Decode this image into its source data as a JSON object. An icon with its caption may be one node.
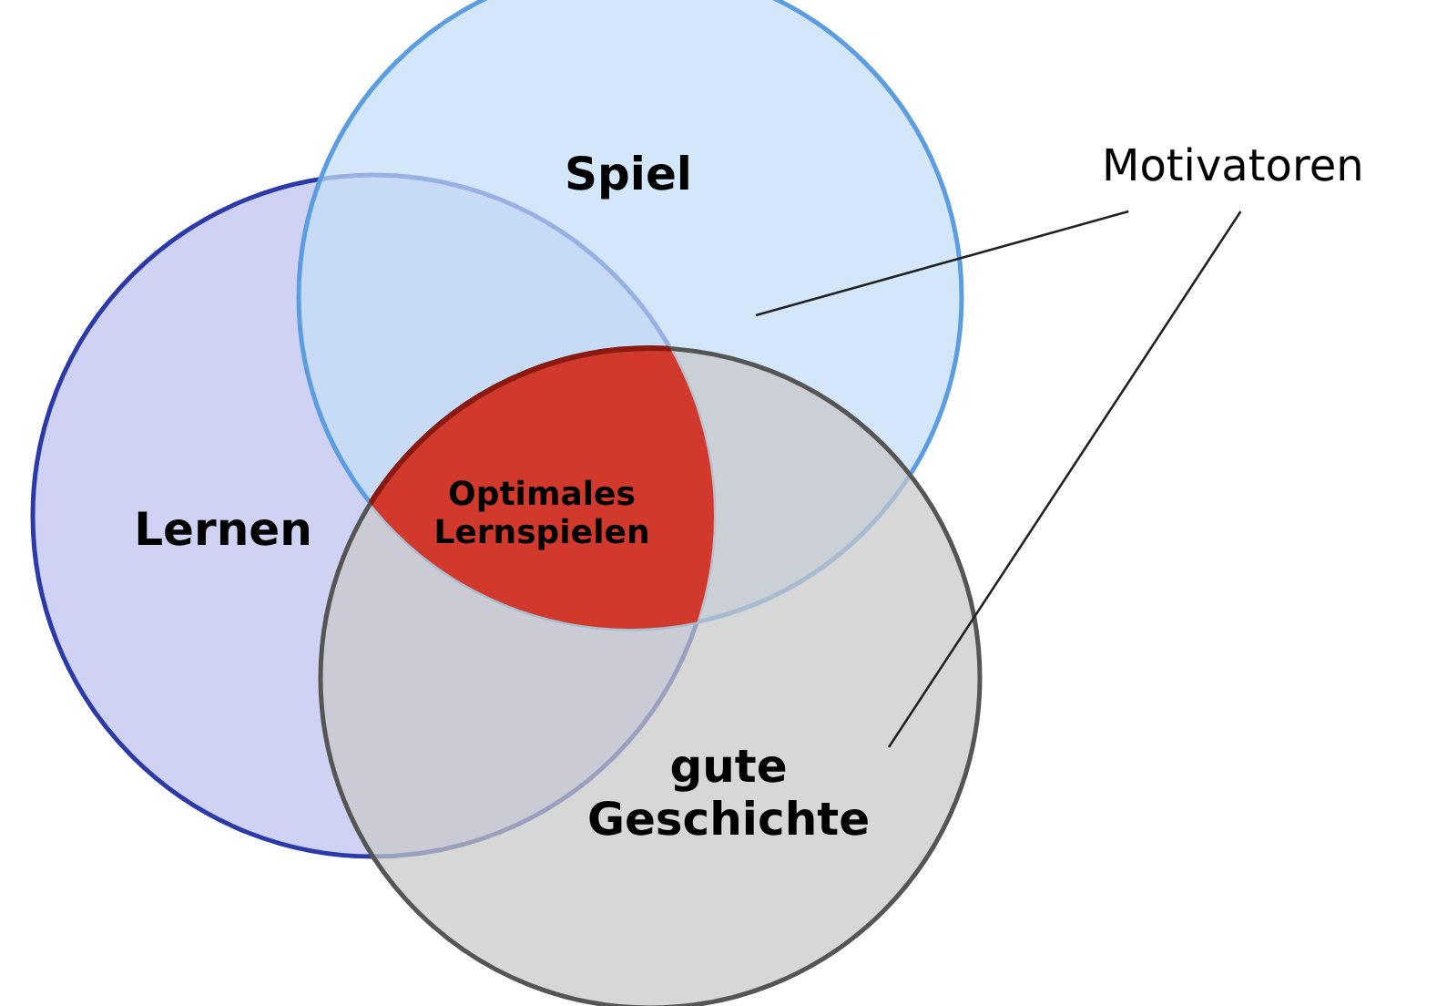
{
  "diagram": {
    "nodes": [
      {
        "text": [
          "Spiel"
        ]
      },
      {
        "text": [
          "Motivatoren"
        ]
      },
      {
        "text": [
          "Lernen"
        ]
      },
      {
        "text": [
          "Optimales Lernspielen"
        ]
      },
      {
        "text": [
          "gute Geschichte"
        ]
      }
    ],
    "edges": [
      {
        "from": 1,
        "to": 0,
        "arrow": "none"
      },
      {
        "from": 1,
        "to": 4,
        "arrow": "none"
      }
    ]
  }
}
